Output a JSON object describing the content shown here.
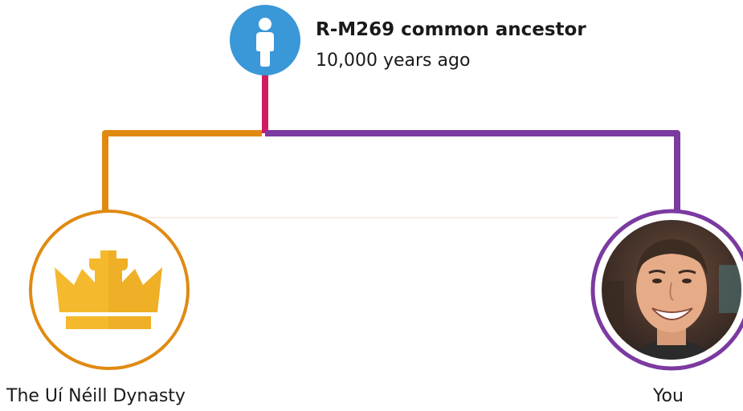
{
  "ancestor": {
    "title": "R-M269 common ancestor",
    "subtitle": "10,000 years ago",
    "icon": "person-icon",
    "color": "#3a97d8"
  },
  "left_node": {
    "label": "The Uí Néill Dynasty",
    "icon": "crown-icon",
    "color": "#e08a12"
  },
  "right_node": {
    "label": "You",
    "icon": "user-photo",
    "color": "#7b3aa0"
  },
  "connector_color": "#d11c62"
}
